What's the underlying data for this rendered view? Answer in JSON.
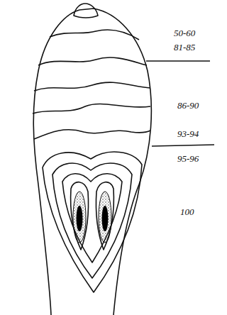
{
  "diagram": {
    "labels": [
      "50-60",
      "81-85",
      "86-90",
      "93-94",
      "95-96",
      "100"
    ]
  }
}
